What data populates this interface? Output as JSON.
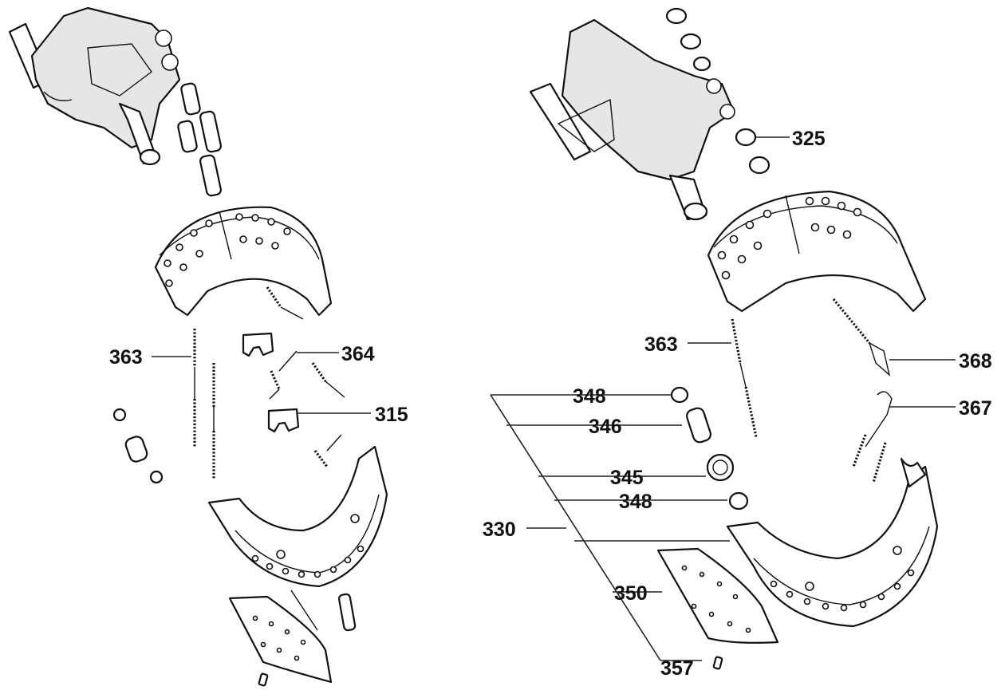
{
  "labels": {
    "left_363": "363",
    "left_364": "364",
    "left_315": "315",
    "right_325": "325",
    "right_363": "363",
    "right_368": "368",
    "right_367": "367",
    "right_348_top": "348",
    "right_346": "346",
    "right_345": "345",
    "right_348_bottom": "348",
    "right_330": "330",
    "right_350": "350",
    "right_357": "357"
  }
}
